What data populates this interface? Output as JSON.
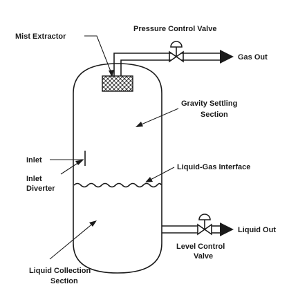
{
  "labels": {
    "mist_extractor": "Mist Extractor",
    "pressure_control_valve": "Pressure Control Valve",
    "gas_out": "Gas Out",
    "gravity_settling_1": "Gravity  Settling",
    "gravity_settling_2": "Section",
    "inlet": "Inlet",
    "inlet_diverter_1": "Inlet",
    "inlet_diverter_2": "Diverter",
    "liquid_gas_interface": "Liquid-Gas Interface",
    "liquid_out": "Liquid Out",
    "level_control_valve_1": "Level Control",
    "level_control_valve_2": "Valve",
    "liquid_collection_1": "Liquid Collection",
    "liquid_collection_2": "Section"
  }
}
